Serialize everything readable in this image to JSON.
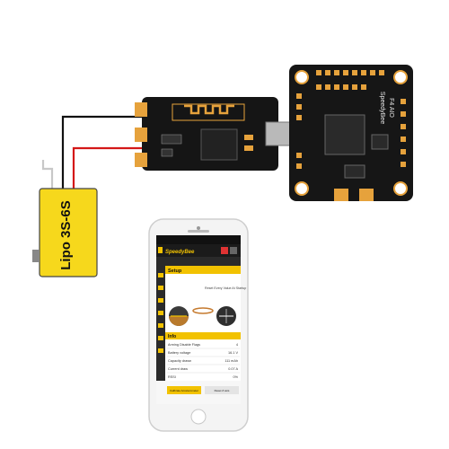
{
  "battery": {
    "label": "Lipo 3S-6S"
  },
  "flight_controller": {
    "brand": "SpeedyBee",
    "model": "F4 AIO"
  },
  "phone": {
    "app_title": "SpeedyBee",
    "tab": "Setup",
    "gauge_caption": "Reset Every Value At Startup",
    "info_header": "Info",
    "info_rows": [
      {
        "label": "Arming Disable Flags",
        "value": "4"
      },
      {
        "label": "Battery voltage",
        "value": "16.1 V"
      },
      {
        "label": "Capacity drawn",
        "value": "111 mAh"
      },
      {
        "label": "Current draw",
        "value": "0.07 A"
      },
      {
        "label": "RSSI",
        "value": "0%"
      }
    ],
    "buttons": [
      "Calibrate Accelerometer",
      "Reset Z axis"
    ]
  }
}
